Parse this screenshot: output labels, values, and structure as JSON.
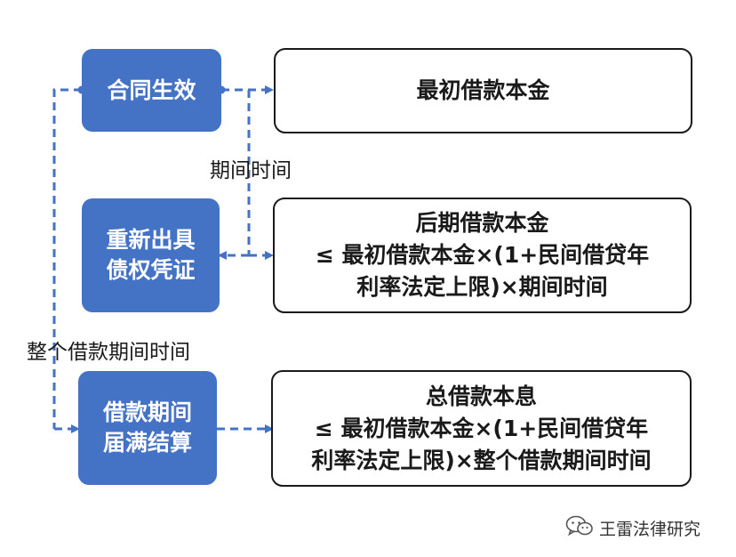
{
  "steps": {
    "contract_effective": "合同生效",
    "reissue_voucher": [
      "重新出具",
      "债权凭证"
    ],
    "loan_term_settlement": [
      "借款期间",
      "届满结算"
    ]
  },
  "boxes": {
    "initial_principal": [
      "最初借款本金"
    ],
    "later_principal": [
      "后期借款本金",
      "≤ 最初借款本金×(1+民间借贷年",
      "利率法定上限)×期间时间"
    ],
    "total_principal_interest": [
      "总借款本息",
      "≤ 最初借款本金×(1+民间借贷年",
      "利率法定上限)×整个借款期间时间"
    ]
  },
  "labels": {
    "period_time": "期间时间",
    "whole_loan_period": "整个借款期间时间"
  },
  "colors": {
    "blue": "#4472c4",
    "border": "#1a1a1a"
  },
  "watermark": {
    "text": "王雷法律研究",
    "icon": "wechat-icon"
  }
}
